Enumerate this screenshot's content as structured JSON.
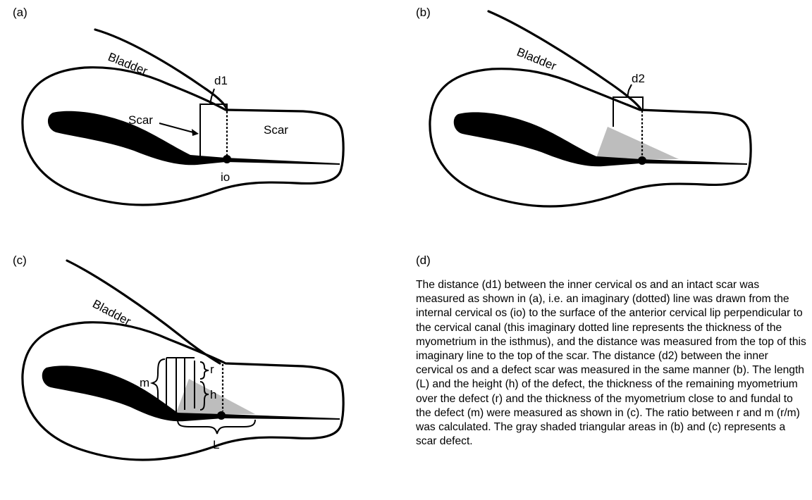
{
  "panels": {
    "a": {
      "label": "(a)",
      "bladder": "Bladder",
      "d1": "d1",
      "scar_arrow": "Scar",
      "scar_region": "Scar",
      "io": "io"
    },
    "b": {
      "label": "(b)",
      "bladder": "Bladder",
      "d2": "d2"
    },
    "c": {
      "label": "(c)",
      "bladder": "Bladder",
      "m": "m",
      "r": "r",
      "h": "h",
      "L": "L"
    },
    "d": {
      "label": "(d)",
      "text": "The distance (d1) between the inner cervical os and an intact scar was measured as shown in (a), i.e. an imaginary (dotted) line was drawn from the internal cervical os (io) to the surface of the anterior cervical lip perpendicular to the cervical canal (this imaginary dotted line represents the thickness of the myometrium in the isthmus), and the distance was measured from the top of this imaginary line to the top of the scar. The distance (d2) between the inner cervical os and a defect scar was measured in the same manner (b). The length (L) and the height (h) of the defect, the thickness of the remaining myometrium over the defect (r) and the thickness of the myometrium close to and fundal to the defect (m) were measured as shown in (c). The ratio between r and m (r/m) was calculated. The gray shaded triangular areas in (b) and (c) represents a scar defect."
    }
  }
}
